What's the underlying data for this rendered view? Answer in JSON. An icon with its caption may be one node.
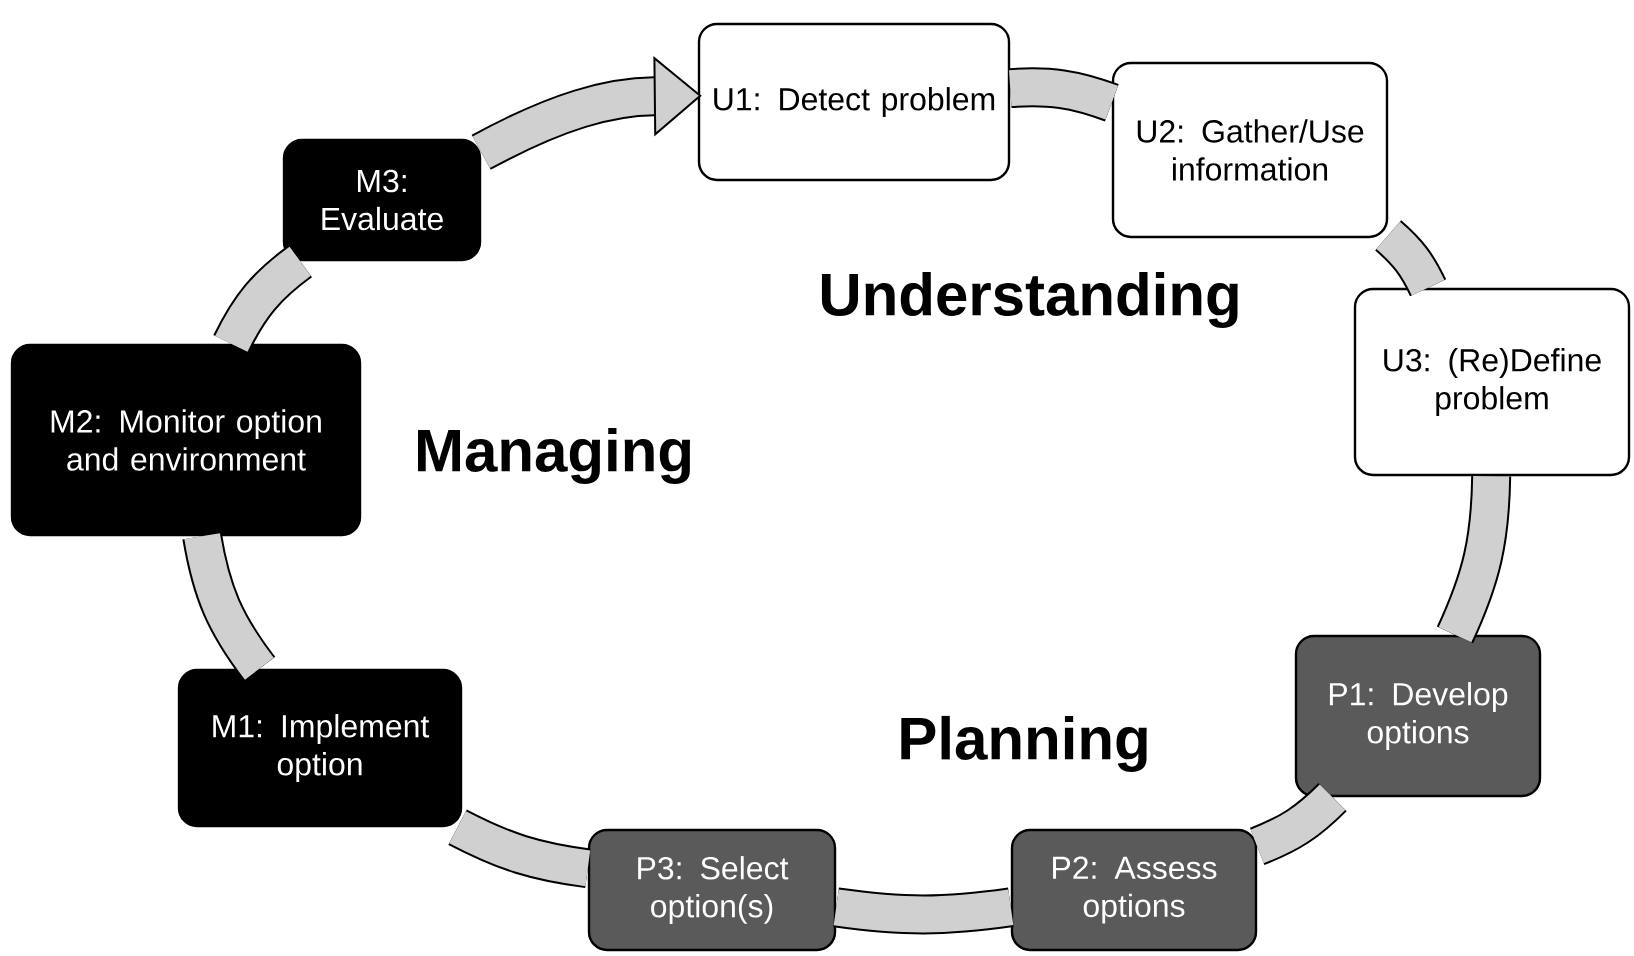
{
  "diagram": {
    "nodes": [
      {
        "text": [
          "U1: Detect problem"
        ]
      },
      {
        "text": [
          "U2: Gather/Use information"
        ]
      },
      {
        "text": [
          "U3: (Re)Define problem"
        ]
      },
      {
        "text": [
          "P1: Develop options"
        ]
      },
      {
        "text": [
          "P2: Assess options"
        ]
      },
      {
        "text": [
          "P3: Select option(s)"
        ]
      },
      {
        "text": [
          "M1: Implement option"
        ]
      },
      {
        "text": [
          "M2: Monitor option and environment"
        ]
      },
      {
        "text": [
          "M3: Evaluate"
        ]
      }
    ],
    "edges": [
      {
        "from": 0,
        "to": 1,
        "arrow": "none"
      },
      {
        "from": 1,
        "to": 2,
        "arrow": "none"
      },
      {
        "from": 2,
        "to": 3,
        "arrow": "none"
      },
      {
        "from": 3,
        "to": 4,
        "arrow": "none"
      },
      {
        "from": 4,
        "to": 5,
        "arrow": "none"
      },
      {
        "from": 5,
        "to": 6,
        "arrow": "none"
      },
      {
        "from": 6,
        "to": 7,
        "arrow": "none"
      },
      {
        "from": 7,
        "to": 8,
        "arrow": "none"
      },
      {
        "from": 8,
        "to": 0,
        "arrow": "to"
      }
    ],
    "labels": [
      "Understanding",
      "Managing",
      "Planning"
    ]
  }
}
